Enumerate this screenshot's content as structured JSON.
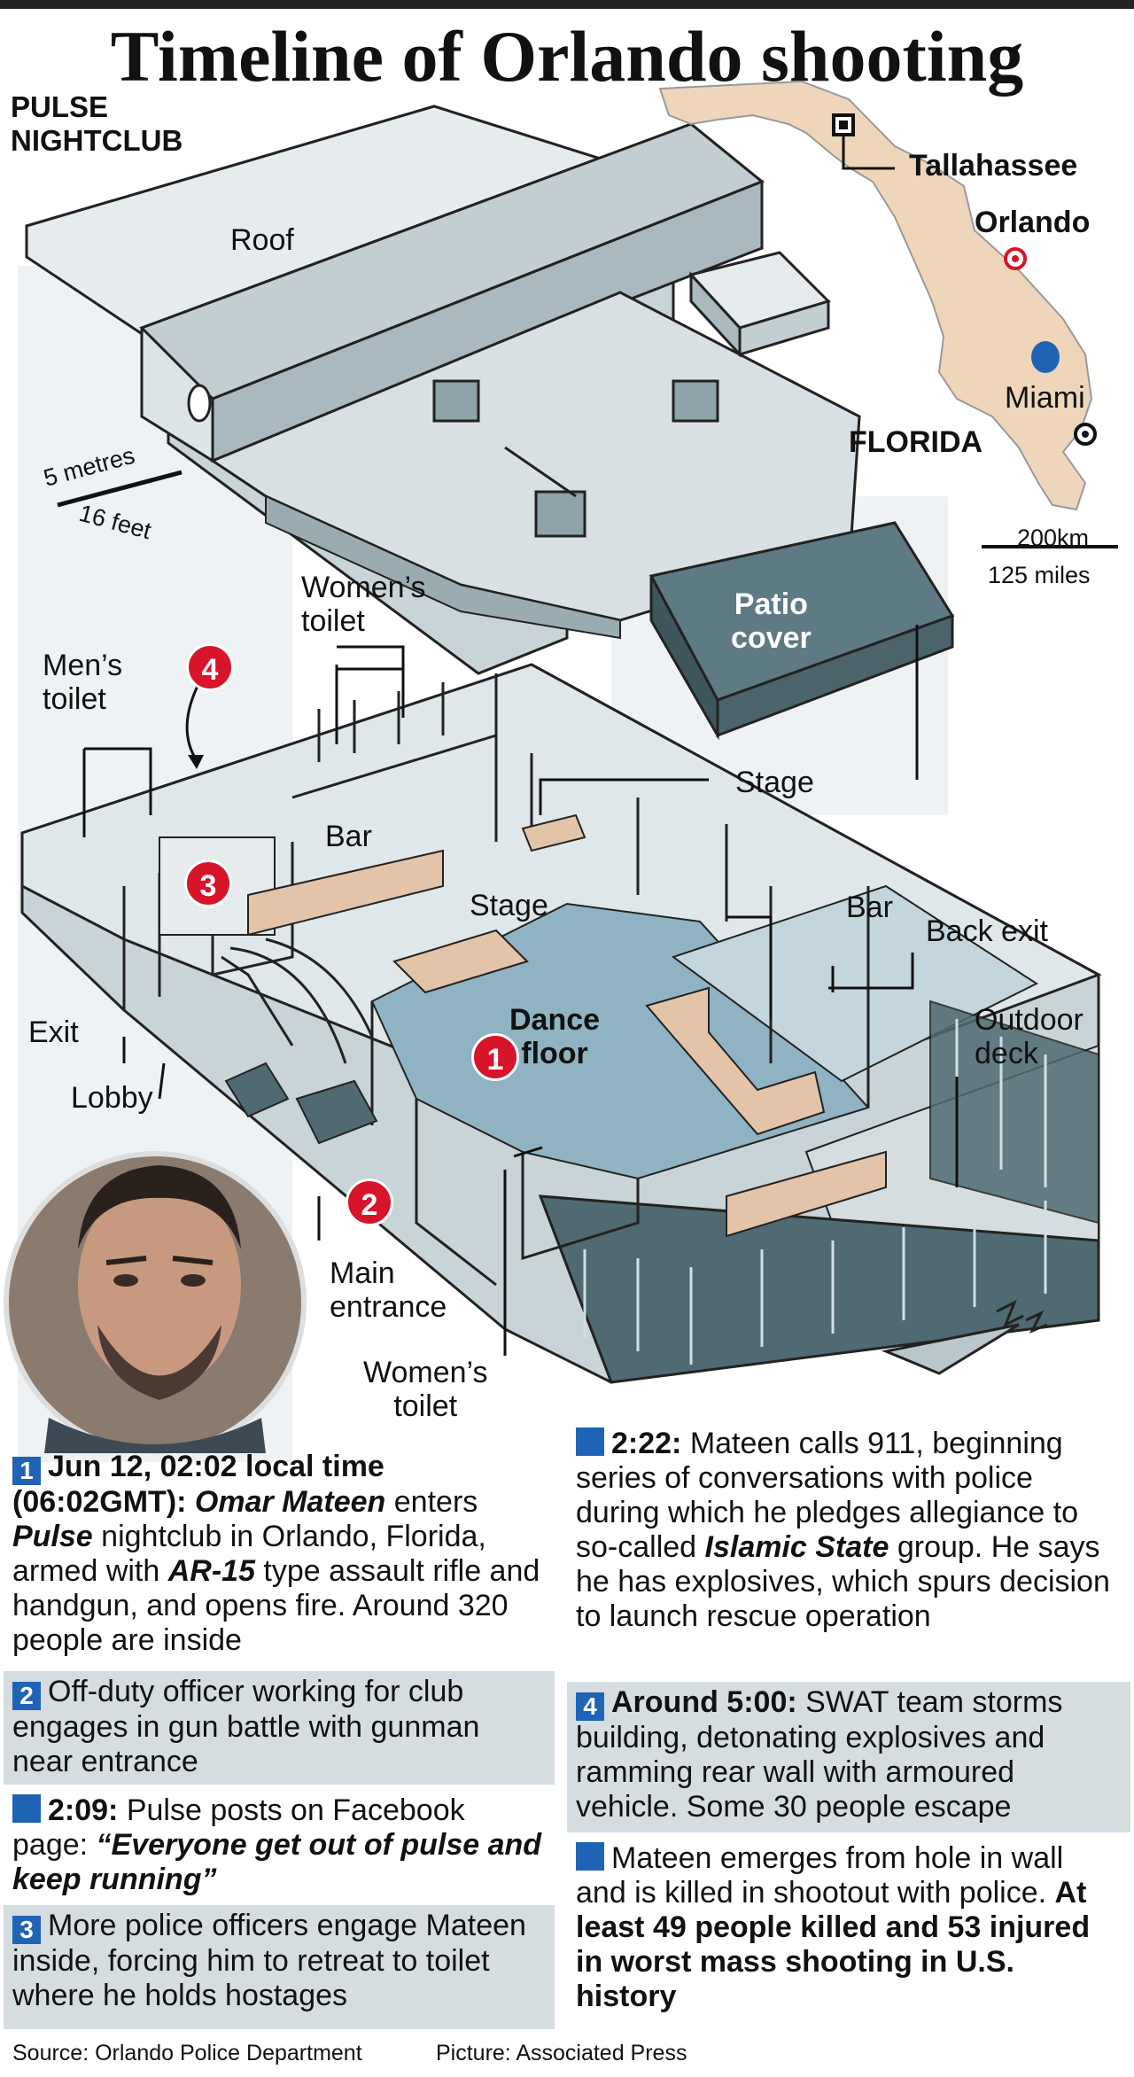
{
  "title": "Timeline of Orlando shooting",
  "pulse_label": "PULSE\nNIGHTCLUB",
  "map": {
    "tallahassee": "Tallahassee",
    "orlando": "Orlando",
    "miami": "Miami",
    "state": "FLORIDA",
    "scale_km": "200km",
    "scale_miles": "125 miles"
  },
  "building_scale": {
    "metric": "5 metres",
    "imperial": "16 feet"
  },
  "labels": {
    "roof": "Roof",
    "patio_cover": "Patio\ncover",
    "womens_toilet_top": "Women’s\ntoilet",
    "mens_toilet": "Men’s\ntoilet",
    "stage_top": "Stage",
    "bar_left": "Bar",
    "stage_mid": "Stage",
    "bar_right": "Bar",
    "back_exit": "Back exit",
    "exit": "Exit",
    "dance_floor": "Dance\nfloor",
    "outdoor_deck": "Outdoor\ndeck",
    "lobby": "Lobby",
    "main_entrance": "Main\nentrance",
    "womens_toilet_bottom": "Women’s\ntoilet"
  },
  "markers": [
    "1",
    "2",
    "3",
    "4"
  ],
  "timeline": {
    "e1": {
      "num": "1",
      "time": "Jun 12, 02:02 local time (06:02GMT):",
      "name": "Omar Mateen",
      "t1": " enters ",
      "club": "Pulse",
      "t2": " nightclub in Orlando, Florida, armed with ",
      "weapon": "AR-15",
      "t3": " type assault rifle and handgun, and opens fire. Around 320 people are inside"
    },
    "e2": {
      "num": "2",
      "text": "Off-duty officer working for club engages in gun battle with gunman near entrance"
    },
    "e3": {
      "time": "2:09:",
      "text": " Pulse posts on Facebook page: ",
      "quote": "“Everyone get out of pulse and keep running”"
    },
    "e4": {
      "num": "3",
      "text": "More police officers engage Mateen inside, forcing him to retreat to toilet where he holds hostages"
    },
    "e5": {
      "time": "2:22:",
      "t1": " Mateen calls 911, beginning series of conversations with police during which he pledges allegiance to so-called ",
      "group": "Islamic State",
      "t2": " group. He says he has explosives, which spurs decision to launch rescue operation"
    },
    "e6": {
      "num": "4",
      "time": "Around 5:00:",
      "text": " SWAT team storms building, detonating explosives and ramming rear wall with armoured vehicle. Some 30 people escape"
    },
    "e7": {
      "text": "Mateen emerges from hole in wall and is killed in shootout with police. ",
      "bold": "At least 49 people killed and 53 injured in worst mass shooting in U.S. history"
    }
  },
  "footer": {
    "source": "Source: Orlando Police Department",
    "picture": "Picture: Associated Press"
  },
  "colors": {
    "accent_blue": "#1f63b5",
    "marker_red": "#d7152a",
    "panel_grey": "#d6dde0",
    "wall": "#b9c7cd",
    "floor": "#8fb3c3",
    "bar": "#e3c4a8",
    "dark_teal": "#4f6a72"
  }
}
